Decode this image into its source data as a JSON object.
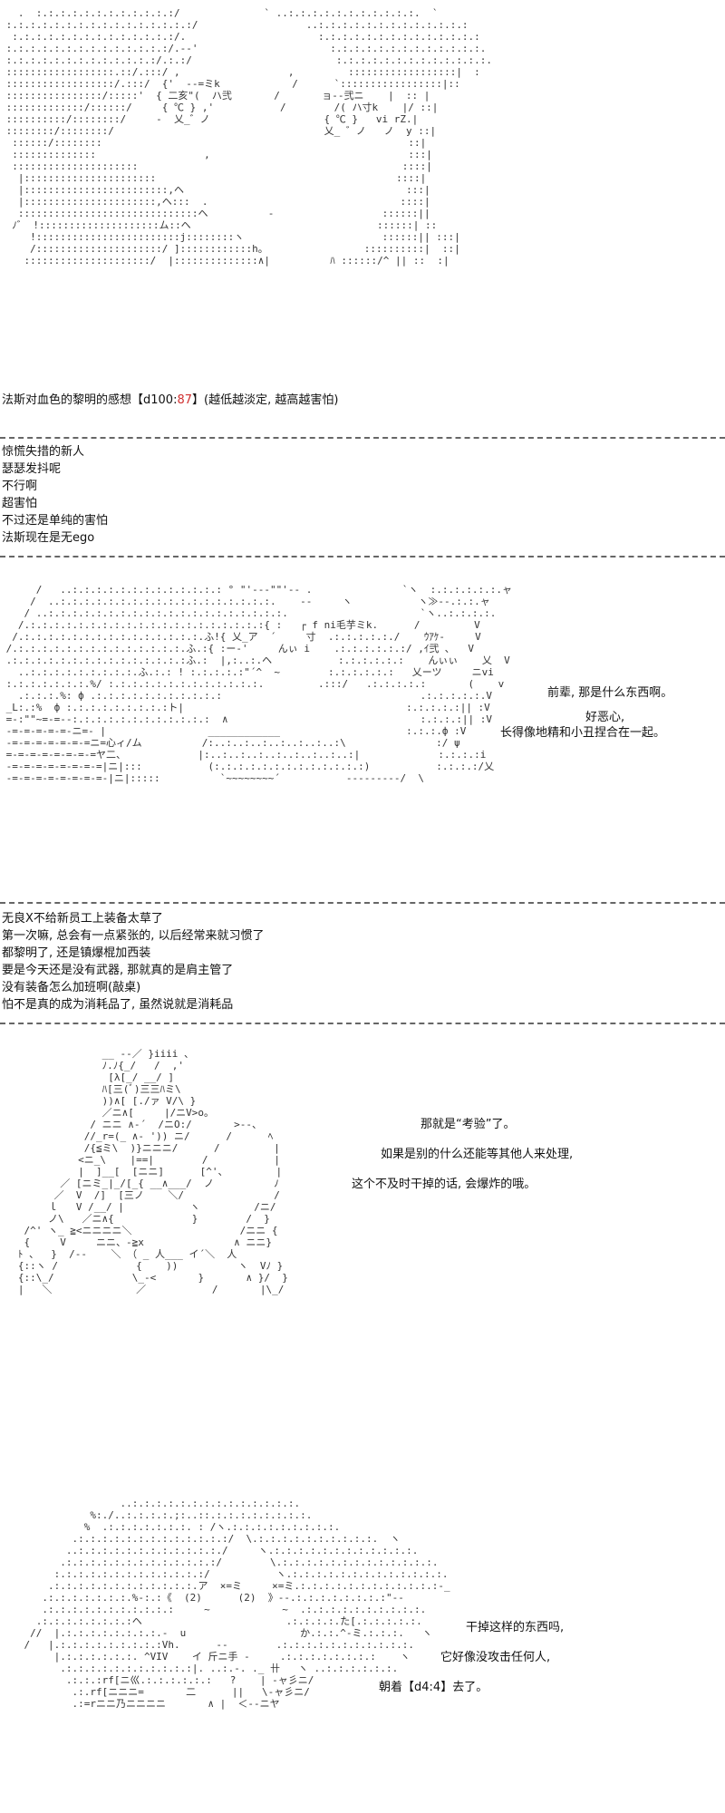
{
  "panel1": {
    "caption_prefix": "法斯对血色的黎明的感想【d100:",
    "caption_value": "87",
    "caption_suffix": "】(越低越淡定, 越高越害怕)"
  },
  "block1": [
    "惊慌失措的新人",
    "瑟瑟发抖呢",
    "不行啊",
    "超害怕",
    "不过还是单纯的害怕",
    "法斯现在是无ego"
  ],
  "panel2": {
    "dialogue": [
      "前辈, 那是什么东西啊。",
      "好恶心,",
      "长得像地精和小丑捏合在一起。"
    ]
  },
  "block2": [
    "无良X不给新员工上装备太草了",
    "第一次嘛, 总会有一点紧张的, 以后经常来就习惯了",
    "都黎明了, 还是镇爆棍加西装",
    "要是今天还是没有武器, 那就真的是肩主管了",
    "没有装备怎么加班啊(敲桌)",
    "怕不是真的成为消耗品了, 虽然说就是消耗品"
  ],
  "panel3": {
    "dialogue": [
      "那就是“考验”了。",
      "如果是别的什么还能等其他人来处理,",
      "这个不及时干掉的话, 会爆炸的哦。"
    ]
  },
  "panel4": {
    "dialogue": [
      "干掉这样的东西吗,",
      "它好像没攻击任何人,"
    ],
    "roll_prefix": "朝着【d4:",
    "roll_value": "4",
    "roll_suffix": "】去了。"
  }
}
